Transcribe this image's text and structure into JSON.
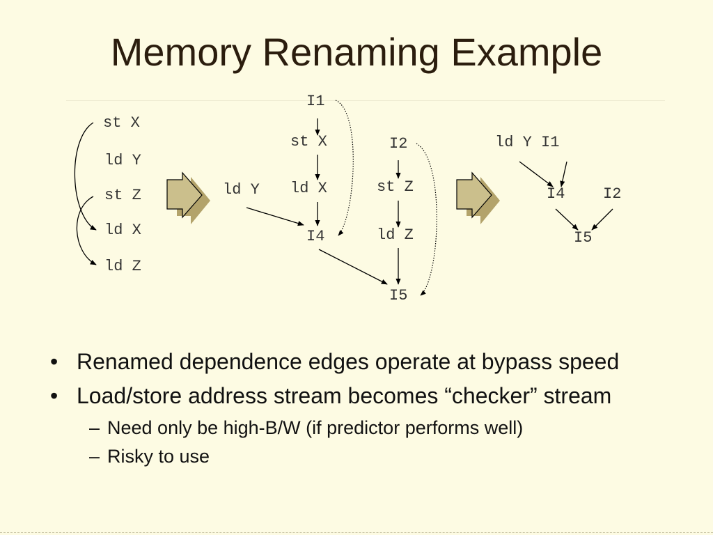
{
  "slide": {
    "title": "Memory Renaming Example"
  },
  "original_code": [
    "st X",
    "ld Y",
    "st Z",
    "ld X",
    "ld Z"
  ],
  "renamed_graph": {
    "nodes": {
      "i1": "I1",
      "st_x": "st X",
      "ld_y": "ld Y",
      "ld_x": "ld X",
      "i4": "I4",
      "i2": "I2",
      "st_z": "st Z",
      "ld_z": "ld Z",
      "i5": "I5"
    }
  },
  "collapsed_graph": {
    "ld_y_i1": "ld Y I1",
    "i4": "I4",
    "i2": "I2",
    "i5": "I5"
  },
  "bullets": [
    {
      "text": "Renamed dependence edges operate at bypass speed"
    },
    {
      "text": "Load/store address stream becomes “checker” stream"
    }
  ],
  "sub_bullets": [
    {
      "text": "Need only be high-B/W (if predictor performs well)"
    },
    {
      "text": "Risky to use"
    }
  ],
  "symbols": {
    "bullet": "•",
    "dash": "–"
  },
  "icons": [
    "fat-right-arrow-icon"
  ],
  "colors": {
    "background": "#fdfbe3",
    "title": "#2b1d0e",
    "arrow_fill": "#cbbf8c",
    "arrow_shadow": "#b3a36b"
  }
}
